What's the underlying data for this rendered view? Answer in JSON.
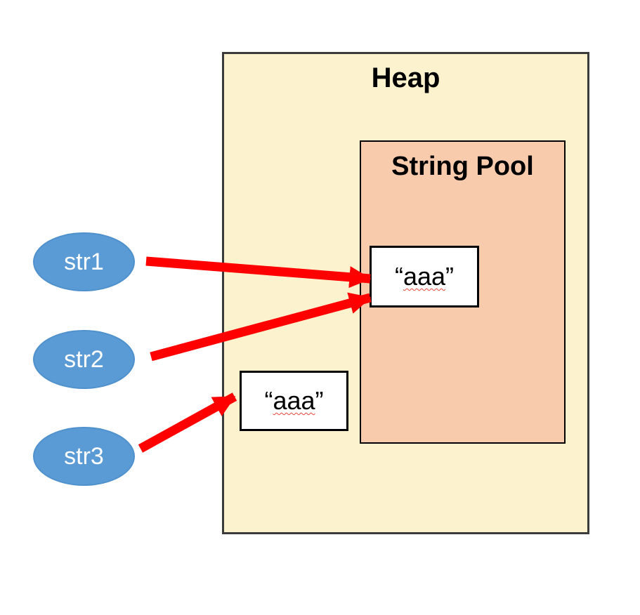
{
  "colors": {
    "heap_fill": "#FDF2CE",
    "heap_border": "#3B3B3B",
    "pool_fill": "#F8CBAD",
    "pool_border": "#000000",
    "box_fill": "#FFFFFF",
    "box_border": "#000000",
    "ref_fill": "#5B9BD5",
    "ref_text": "#FFFFFF",
    "arrow": "#FF0000",
    "squiggle": "#E8443A",
    "label_text": "#000000"
  },
  "heap": {
    "label": "Heap"
  },
  "string_pool": {
    "label": "String Pool"
  },
  "pool_string": {
    "quote_open": "“",
    "value": "aaa",
    "quote_close": "”"
  },
  "heap_string": {
    "quote_open": "“",
    "value": "aaa",
    "quote_close": "”"
  },
  "references": [
    {
      "label": "str1",
      "points_to": "pool-string-literal"
    },
    {
      "label": "str2",
      "points_to": "pool-string-literal"
    },
    {
      "label": "str3",
      "points_to": "heap-string-object"
    }
  ]
}
